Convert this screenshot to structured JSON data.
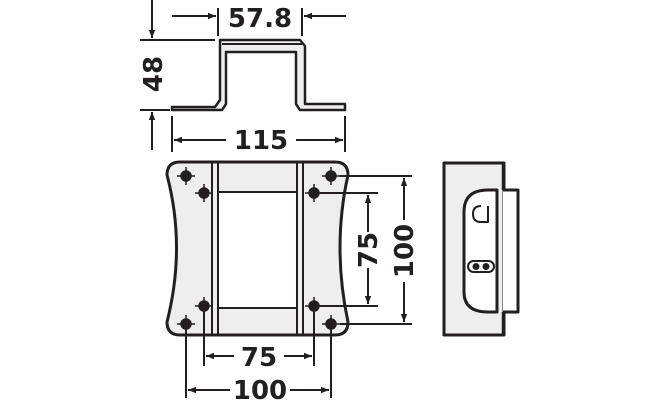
{
  "drawing": {
    "line_color": "#231f20",
    "fill_color": "#eeeeee",
    "background": "#ffffff"
  },
  "dimensions": {
    "profile_width": "57.8",
    "profile_height": "48",
    "overall_length": "115",
    "hole_spacing_vertical": "75",
    "plate_height": "100",
    "hole_spacing_horizontal": "75",
    "plate_width": "100"
  }
}
